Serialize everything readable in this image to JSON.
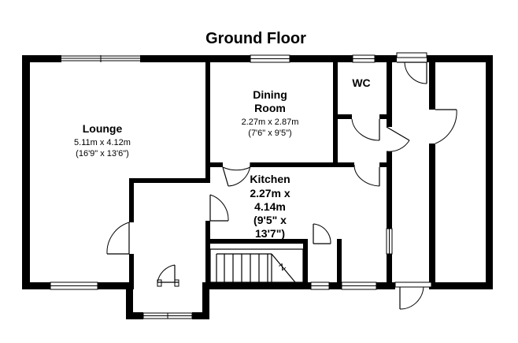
{
  "title": "Ground Floor",
  "rooms": {
    "lounge": {
      "name": "Lounge",
      "dim_metric": "5.11m x 4.12m",
      "dim_imperial": "(16'9\" x 13'6\")"
    },
    "dining": {
      "name_line1": "Dining",
      "name_line2": "Room",
      "dim_metric": "2.27m x 2.87m",
      "dim_imperial": "(7'6\" x 9'5\")"
    },
    "wc": {
      "name": "WC"
    },
    "kitchen": {
      "name": "Kitchen",
      "dim_line1": "2.27m x",
      "dim_line2": "4.14m",
      "dim_line3": "(9'5\" x",
      "dim_line4": "13'7\")"
    }
  },
  "stairs": {
    "label": "Z"
  },
  "colors": {
    "wall": "#000000",
    "background": "#ffffff"
  }
}
